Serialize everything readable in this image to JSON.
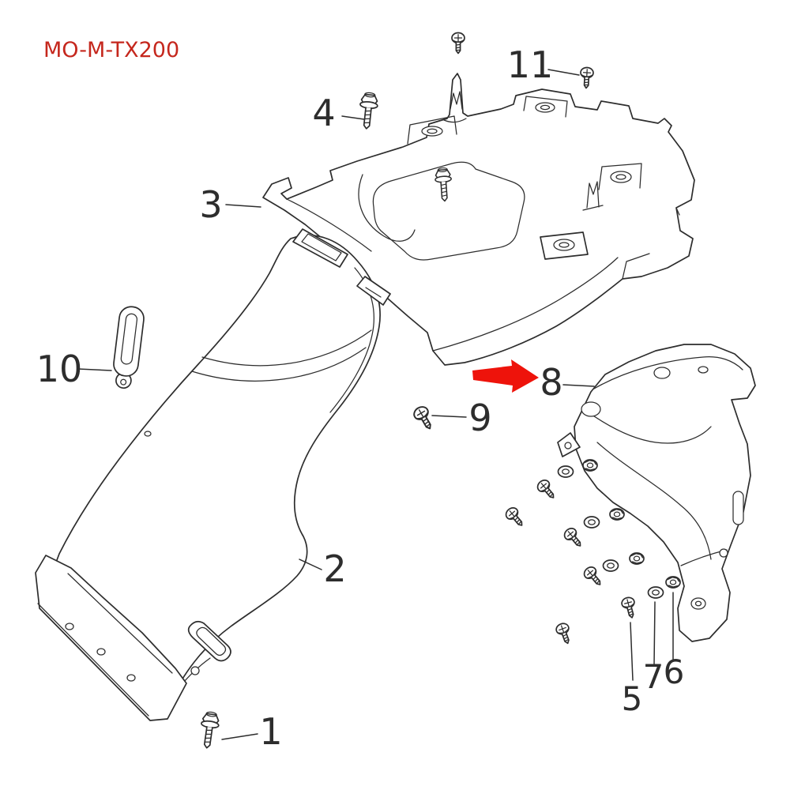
{
  "diagram": {
    "code": "MO-M-TX200",
    "colors": {
      "ink": "#2d2d2d",
      "code_red": "#c5271d",
      "arrow_red": "#ee130b",
      "background": "#ffffff"
    },
    "callouts": {
      "c1": "1",
      "c2": "2",
      "c3": "3",
      "c4": "4",
      "c5": "5",
      "c6": "6",
      "c7": "7",
      "c8": "8",
      "c9": "9",
      "c10": "10",
      "c11": "11"
    },
    "highlight_arrow": {
      "direction": "right",
      "target_callout": "8"
    }
  }
}
